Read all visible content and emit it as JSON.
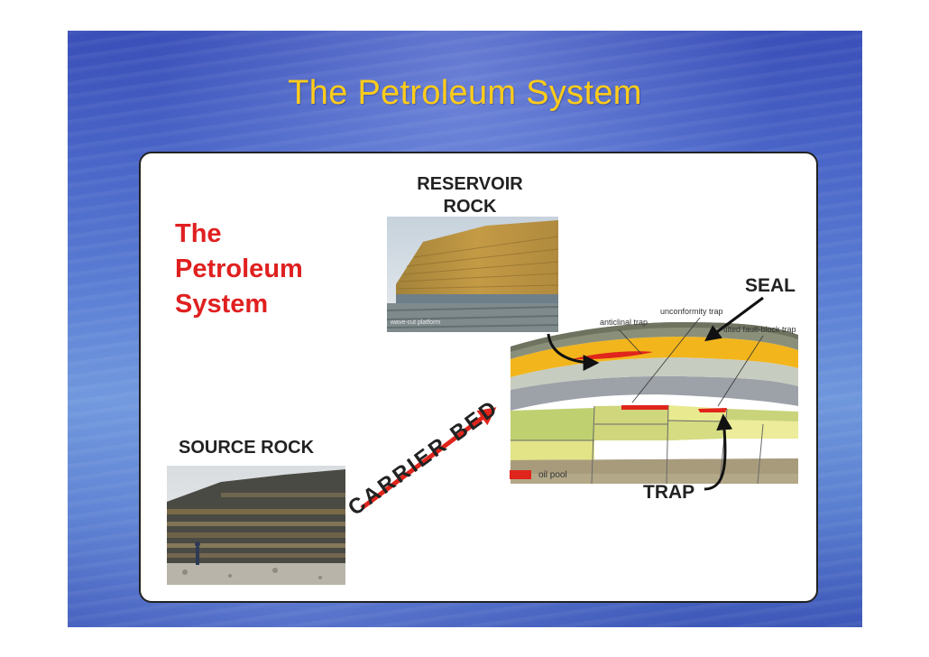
{
  "slide": {
    "title": "The Petroleum System"
  },
  "panel": {
    "title_lines": [
      "The",
      "Petroleum",
      "System"
    ],
    "reservoir_label": [
      "RESERVOIR",
      "ROCK"
    ],
    "source_label": "SOURCE ROCK",
    "seal_label": "SEAL",
    "trap_label": "TRAP",
    "carrier_label": "CARRIER BED",
    "photo_caption": "wave-cut platform"
  },
  "cross_section": {
    "anticlinal_trap": "anticlinal trap",
    "unconformity_trap": "unconformity trap",
    "tilted_fault_block_trap": "tilted fault-block trap",
    "legend_oil_pool": "oil pool"
  },
  "colors": {
    "title": "#ffcc1a",
    "panel_title": "#e02020",
    "oil": "#e0251c",
    "reservoir": "#f2b51c",
    "seal": "#8a8f7a",
    "carrier_arrow": "#e0251c"
  }
}
